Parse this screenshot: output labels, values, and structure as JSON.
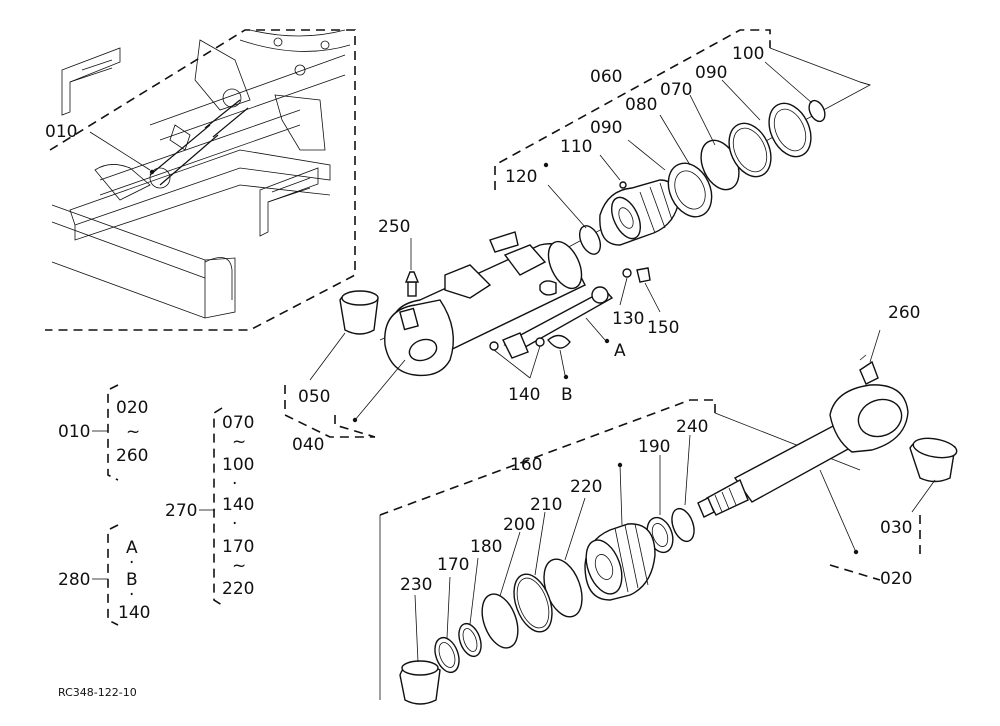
{
  "diagram_code": "RC348-122-10",
  "callouts": {
    "c010": "010",
    "c020": "020",
    "c030": "030",
    "c040": "040",
    "c050": "050",
    "c060": "060",
    "c070": "070",
    "c080": "080",
    "c090a": "090",
    "c090b": "090",
    "c100": "100",
    "c110": "110",
    "c120": "120",
    "c130": "130",
    "c140": "140",
    "c150": "150",
    "c160": "160",
    "c170": "170",
    "c180": "180",
    "c190": "190",
    "c200": "200",
    "c210": "210",
    "c220": "220",
    "c230": "230",
    "c240": "240",
    "c250": "250",
    "c260": "260",
    "cA": "A",
    "cB": "B"
  },
  "legend": {
    "g010": {
      "label": "010",
      "items": [
        "020",
        "~",
        "260"
      ]
    },
    "g270": {
      "label": "270",
      "items": [
        "070",
        "~",
        "100",
        "·",
        "140",
        "·",
        "170",
        "~",
        "220"
      ]
    },
    "g280": {
      "label": "280",
      "items": [
        "A",
        "·",
        "B",
        "·",
        "140"
      ]
    }
  }
}
